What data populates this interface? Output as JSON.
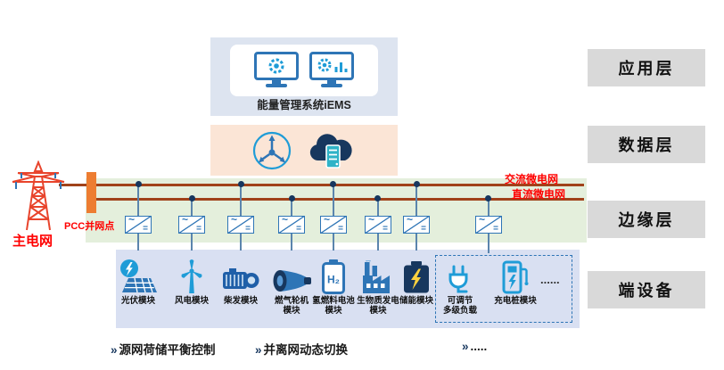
{
  "colors": {
    "accent_blue": "#2e75b6",
    "teal": "#1f9cd7",
    "dark_navy": "#17375e",
    "bus_line_red": "#a0421a",
    "label_red": "#ff0000",
    "pcc_orange": "#ed7d31",
    "layer_box_gray": "#d9d9d9",
    "app_box_bg": "#dde4f0",
    "data_box_bg": "#fbe5d6",
    "edge_band_bg": "#e4efdc",
    "device_box_bg": "#d9e0f2"
  },
  "layers": [
    {
      "label": "应用层"
    },
    {
      "label": "数据层"
    },
    {
      "label": "边缘层"
    },
    {
      "label": "端设备"
    }
  ],
  "app_layer": {
    "title": "能量管理系统iEMS"
  },
  "grid": {
    "main_grid_label": "主电网",
    "pcc_label": "PCC并网点",
    "ac_bus_label": "交流微电网",
    "dc_bus_label": "直流微电网"
  },
  "converter": {
    "ac_symbol": "~",
    "dc_symbol": "="
  },
  "devices": [
    {
      "label": "光伏模块"
    },
    {
      "label": "风电模块"
    },
    {
      "label": "柴发模块"
    },
    {
      "label": "燃气轮机\n模块"
    },
    {
      "label": "氢燃料电池\n模块",
      "icon_text": "H₂"
    },
    {
      "label": "生物质发电\n模块"
    },
    {
      "label": "储能模块"
    },
    {
      "label": "可调节\n多级负载"
    },
    {
      "label": "充电桩模块"
    }
  ],
  "load_group": {
    "ellipsis": "......"
  },
  "footer": {
    "bullet": "»",
    "items": [
      "源网荷储平衡控制",
      "并离网动态切换",
      "....."
    ]
  }
}
